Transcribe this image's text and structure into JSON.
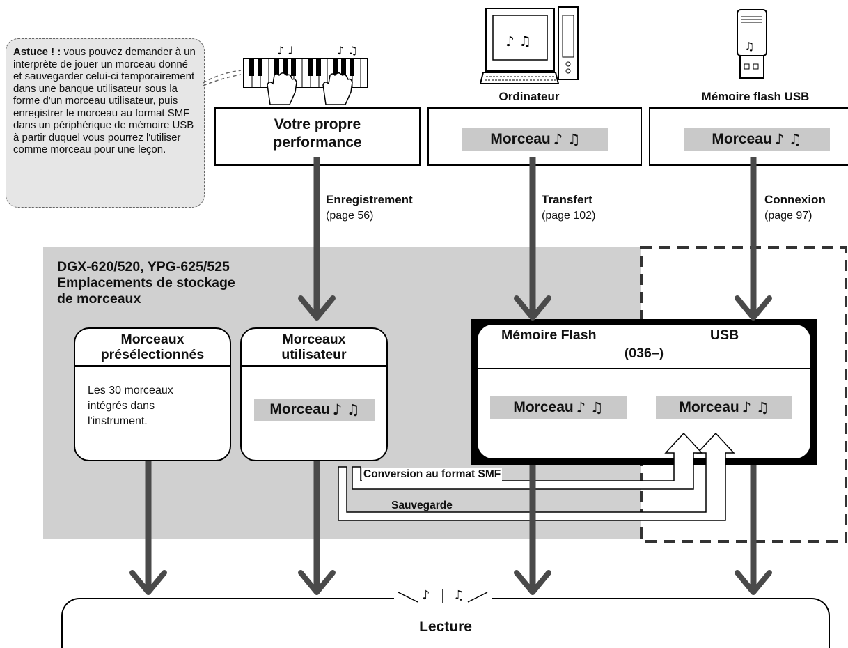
{
  "tip": {
    "label": "Astuce ! :",
    "text": " vous pouvez demander à un interprète de jouer un morceau donné et sauvegarder celui-ci temporairement dans une banque utilisateur sous la forme d'un morceau utilisateur, puis enregistrer le morceau au format SMF dans un périphérique de mémoire USB à partir duquel vous pourrez l'utiliser comme morceau pour une leçon."
  },
  "sources": {
    "computer_label": "Ordinateur",
    "usb_label": "Mémoire flash USB",
    "performance_line1": "Votre propre",
    "performance_line2": "performance",
    "song_label": "Morceau",
    "note_glyph": "♪ ♫"
  },
  "arrows": {
    "record_title": "Enregistrement",
    "record_page": "(page 56)",
    "transfer_title": "Transfert",
    "transfer_page": "(page 102)",
    "connect_title": "Connexion",
    "connect_page": "(page 97)"
  },
  "storage": {
    "title_line1": "DGX-620/520, YPG-625/525",
    "title_line2": "Emplacements de stockage",
    "title_line3": "de morceaux",
    "preset_line1": "Morceaux",
    "preset_line2": "présélectionnés",
    "preset_desc": "Les 30 morceaux intégrés dans l'instrument.",
    "user_line1": "Morceaux",
    "user_line2": "utilisateur",
    "flash_label": "Mémoire Flash",
    "usb_label": "USB",
    "flash_range": "(036–)"
  },
  "conversions": {
    "smf_label": "Conversion au format SMF",
    "save_label": "Sauvegarde"
  },
  "playback": {
    "label": "Lecture"
  }
}
